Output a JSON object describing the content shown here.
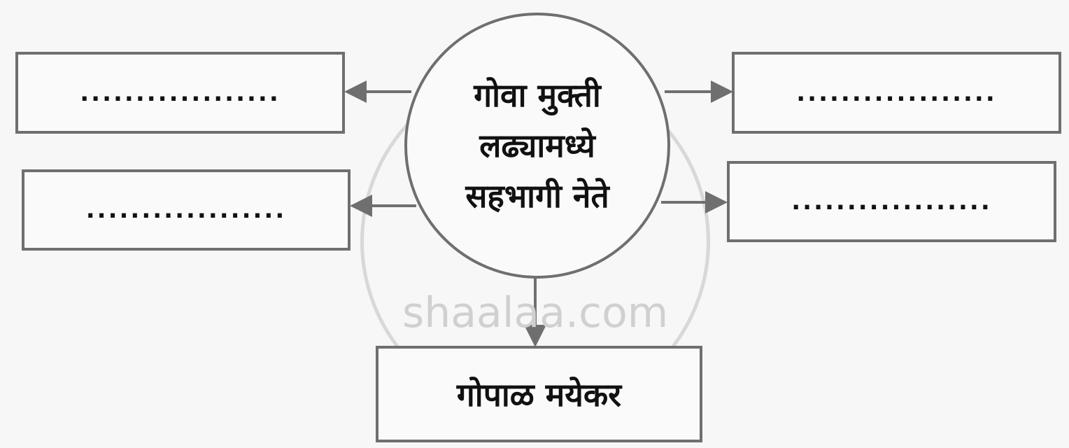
{
  "center": {
    "lines": [
      "गोवा मुक्ती",
      "लढ्यामध्ये",
      "सहभागी नेते"
    ]
  },
  "boxes": {
    "top_left": "..................",
    "mid_left": "..................",
    "top_right": "..................",
    "mid_right": "..................",
    "bottom": "गोपाळ मयेकर"
  },
  "watermark": "shaalaa.com"
}
